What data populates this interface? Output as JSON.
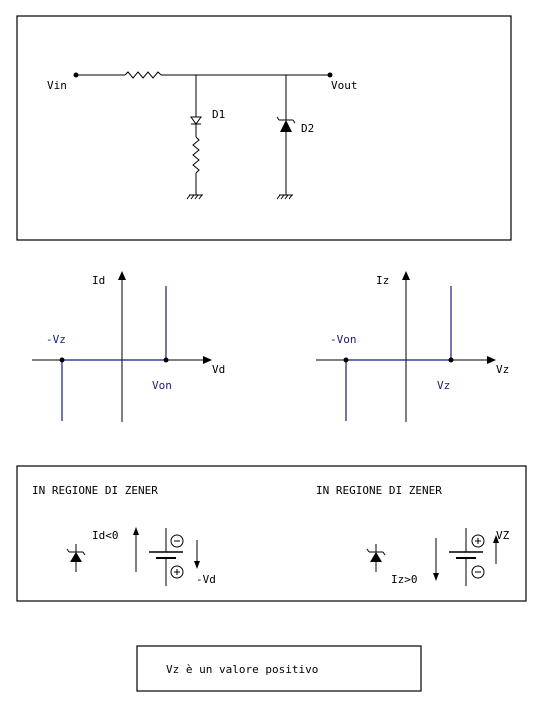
{
  "circuit": {
    "vin_label": "Vin",
    "vout_label": "Vout",
    "d1_label": "D1",
    "d2_label": "D2"
  },
  "graph_diode": {
    "y_label": "Id",
    "x_label": "Vd",
    "neg_label": "-Vz",
    "pos_label": "Von"
  },
  "graph_zener": {
    "y_label": "Iz",
    "x_label": "Vz",
    "neg_label": "-Von",
    "pos_label": "Vz"
  },
  "zener_box": {
    "left_title": "IN REGIONE DI ZENER",
    "right_title": "IN REGIONE DI ZENER",
    "left_current": "Id<0",
    "left_voltage": "-Vd",
    "right_current": "Iz>0",
    "right_voltage": "VZ"
  },
  "note": {
    "text": "Vz è un valore positivo"
  },
  "colors": {
    "line": "#000000",
    "characteristic": "#1a1a80"
  }
}
